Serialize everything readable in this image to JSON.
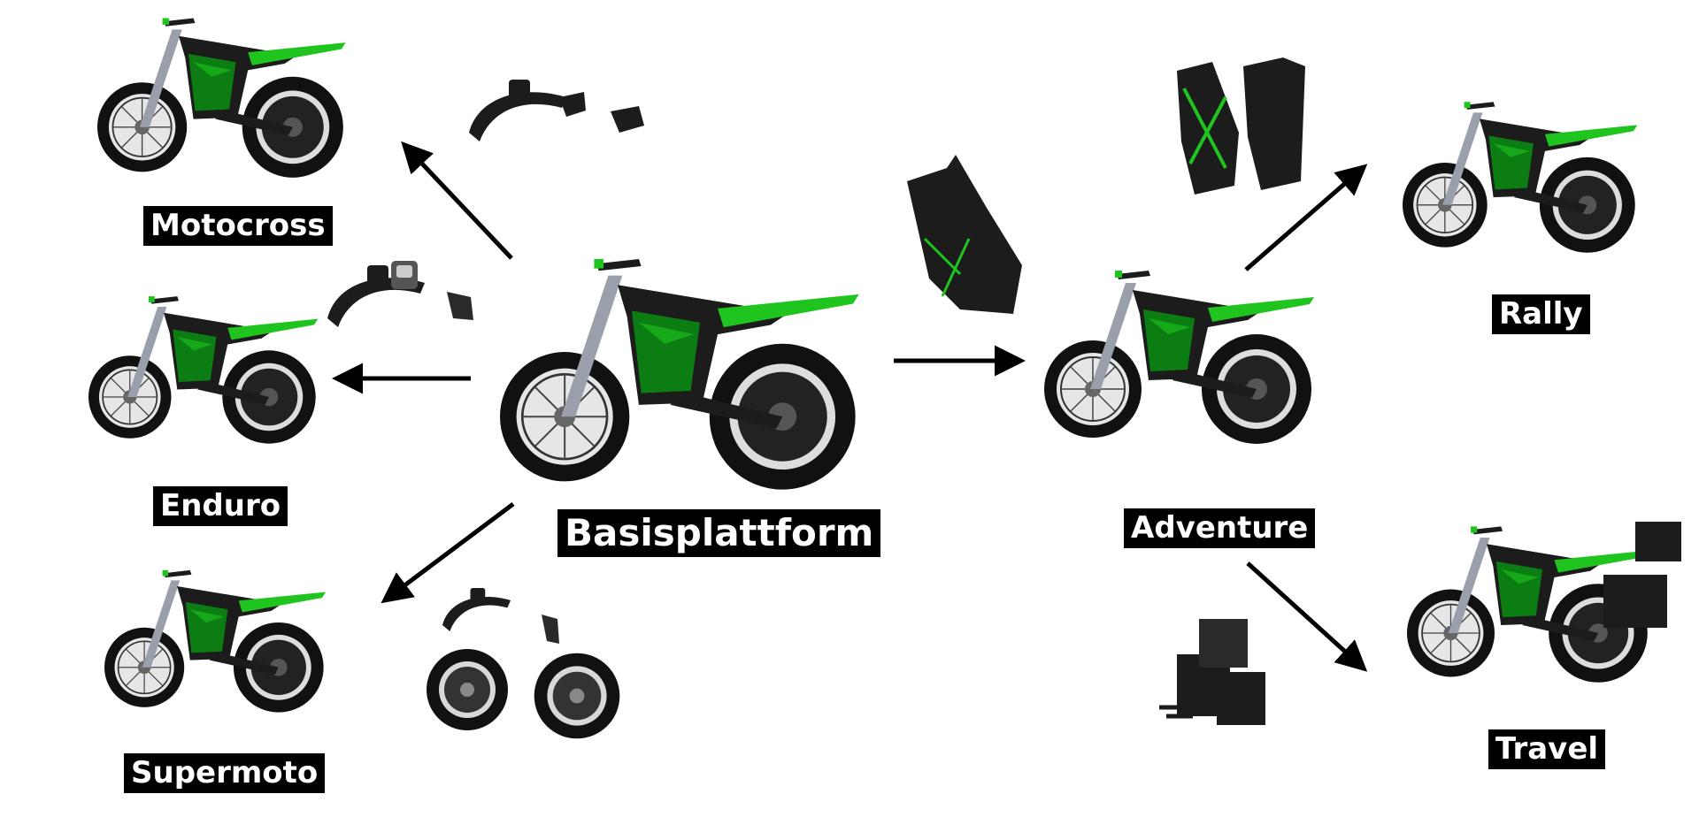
{
  "labels": {
    "motocross": "Motocross",
    "enduro": "Enduro",
    "supermoto": "Supermoto",
    "basisplattform": "Basisplattform",
    "adventure": "Adventure",
    "rally": "Rally",
    "travel": "Travel"
  },
  "colors": {
    "accent_green": "#1fc41f",
    "dark_green": "#0c7d12",
    "body": "#1c1c1c",
    "tire": "#111111",
    "fork": "#9aa0ab",
    "label_bg": "#000000",
    "label_text": "#ffffff"
  },
  "icons": [
    "motorcycle-icon",
    "fender-icon",
    "headlight-icon",
    "license-plate-icon",
    "wheel-icon",
    "side-case-icon",
    "luggage-icon",
    "arrow-icon"
  ]
}
